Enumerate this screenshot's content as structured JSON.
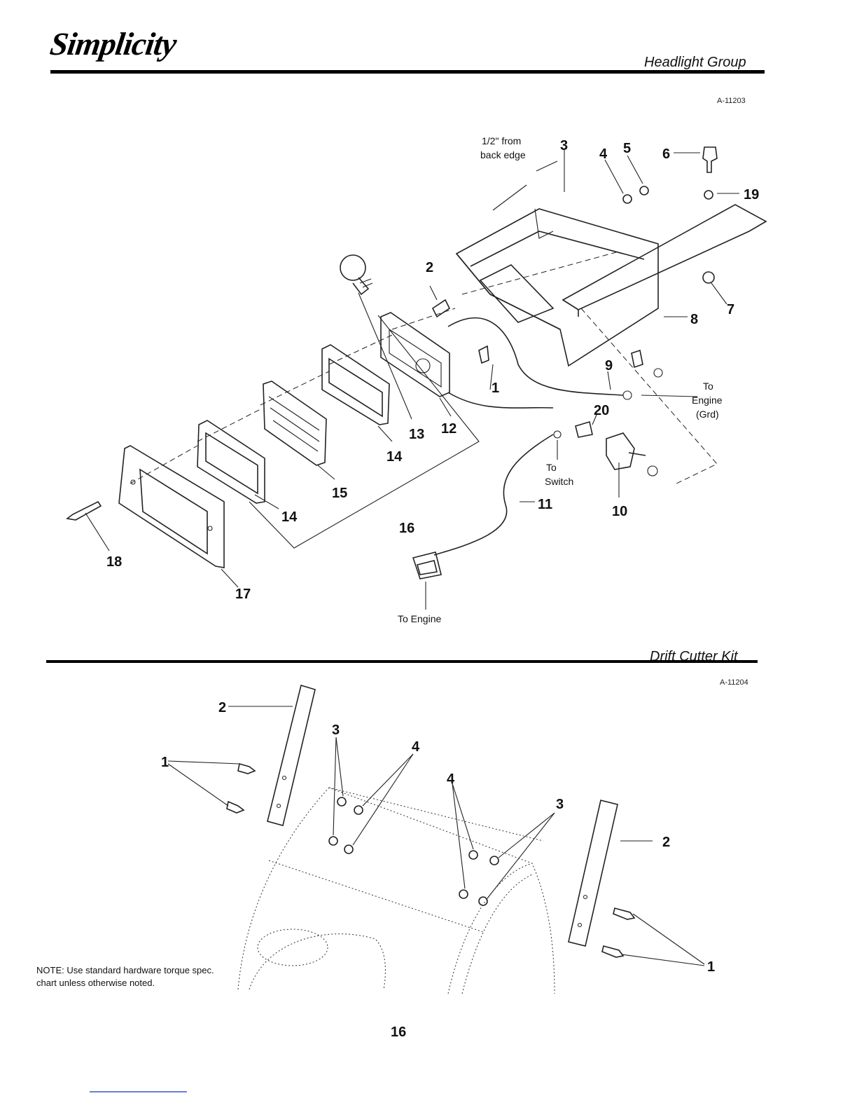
{
  "brand": "Simplicity",
  "headlight": {
    "title": "Headlight Group",
    "code": "A-11203",
    "callouts": [
      "1",
      "2",
      "3",
      "4",
      "5",
      "6",
      "7",
      "8",
      "9",
      "10",
      "11",
      "12",
      "13",
      "14",
      "14",
      "15",
      "16",
      "17",
      "18",
      "19",
      "20"
    ],
    "labels": {
      "from_back_edge_1": "1/2\" from",
      "from_back_edge_2": "back edge",
      "to_engine_grd_1": "To",
      "to_engine_grd_2": "Engine",
      "to_engine_grd_3": "(Grd)",
      "to_switch_1": "To",
      "to_switch_2": "Switch",
      "to_engine": "To Engine"
    }
  },
  "drift_cutter": {
    "title": "Drift Cutter Kit",
    "code": "A-11204",
    "callouts": [
      "1",
      "1",
      "2",
      "2",
      "3",
      "3",
      "4",
      "4"
    ]
  },
  "note": "NOTE: Use standard hardware torque spec. chart unless otherwise noted.",
  "page_number": "16"
}
